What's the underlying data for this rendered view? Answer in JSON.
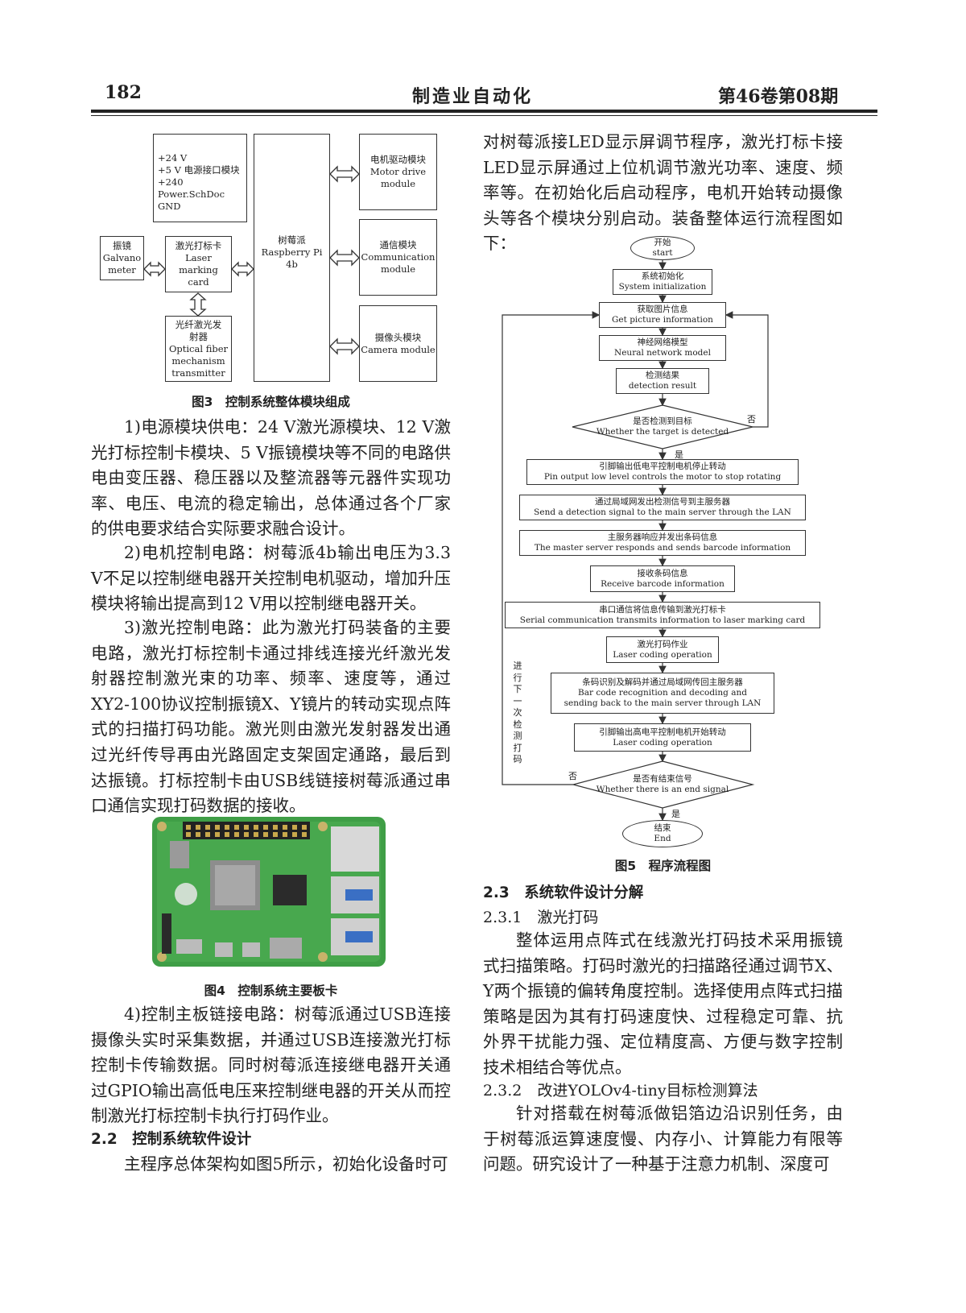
{
  "header": {
    "page_number": "182",
    "journal": "制造业自动化",
    "issue": "第46卷第08期"
  },
  "figure3": {
    "power_lines": [
      "+24 V",
      "+5 V 电源接口模块",
      "+240 Power.SchDoc",
      "GND"
    ],
    "galvano": [
      "振镜",
      "Galvano",
      "meter"
    ],
    "laser_card": [
      "激光打标卡",
      "Laser marking",
      "card"
    ],
    "raspberry": [
      "树莓派",
      "Raspberry Pi 4b"
    ],
    "motor": [
      "电机驱动模块",
      "Motor drive",
      "module"
    ],
    "comm": [
      "通信模块",
      "Communication",
      "module"
    ],
    "camera": [
      "摄像头模块",
      "Camera module"
    ],
    "fiber": [
      "光纤激光发",
      "射器",
      "Optical fiber",
      "mechanism",
      "transmitter"
    ],
    "caption": "图3　控制系统整体模块组成"
  },
  "left_column": {
    "p1": "1)电源模块供电：24 V激光源模块、12 V激光打标控制卡模块、5 V振镜模块等不同的电路供电由变压器、稳压器以及整流器等元器件实现功率、电压、电流的稳定输出，总体通过各个厂家的供电要求结合实际要求融合设计。",
    "p2": "2)电机控制电路：树莓派4b输出电压为3.3 V不足以控制继电器开关控制电机驱动，增加升压模块将输出提高到12 V用以控制继电器开关。",
    "p3": "3)激光控制电路：此为激光打码装备的主要电路，激光打标控制卡通过排线连接光纤激光发射器控制激光束的功率、频率、速度等，通过XY2-100协议控制振镜X、Y镜片的转动实现点阵式的扫描打码功能。激光则由激光发射器发出通过光纤传导再由光路固定支架固定通路，最后到达振镜。打标控制卡由USB线链接树莓派通过串口通信实现打码数据的接收。",
    "figure4_caption": "图4　控制系统主要板卡",
    "p4": "4)控制主板链接电路：树莓派通过USB连接摄像头实时采集数据，并通过USB连接激光打标控制卡传输数据。同时树莓派连接继电器开关通过GPIO输出高低电压来控制继电器的开关从而控制激光打标控制卡执行打码作业。",
    "sec_2_2": "2.2　控制系统软件设计",
    "p5": "主程序总体架构如图5所示，初始化设备时可"
  },
  "right_column": {
    "p_top": "对树莓派接LED显示屏调节程序，激光打标卡接LED显示屏通过上位机调节激光功率、速度、频率等。在初始化后启动程序，电机开始转动摄像头等各个模块分别启动。装备整体运行流程图如下：",
    "figure5_caption": "图5　程序流程图",
    "sec_2_3": "2.3　系统软件设计分解",
    "sub_2_3_1": "2.3.1　激光打码",
    "p_2_3_1": "整体运用点阵式在线激光打码技术采用振镜式扫描策略。打码时激光的扫描路径通过调节X、Y两个振镜的偏转角度控制。选择使用点阵式扫描策略是因为其有打码速度快、过程稳定可靠、抗外界干扰能力强、定位精度高、方便与数字控制技术相结合等优点。",
    "sub_2_3_2": "2.3.2　改进YOLOv4-tiny目标检测算法",
    "p_2_3_2": "针对搭载在树莓派做铝箔边沿识别任务，由于树莓派运算速度慢、内存小、计算能力有限等问题。研究设计了一种基于注意力机制、深度可"
  },
  "flowchart": {
    "start": [
      "开始",
      "start"
    ],
    "init": [
      "系统初始化",
      "System initialization"
    ],
    "get_pic": [
      "获取图片信息",
      "Get picture information"
    ],
    "nn": [
      "神经网络模型",
      "Neural network model"
    ],
    "detect": [
      "检测结果",
      "detection result"
    ],
    "decision1": [
      "是否检测到目标",
      "Whether the target is detected"
    ],
    "yes1": "是",
    "no1": "否",
    "pin_low": [
      "引脚输出低电平控制电机停止转动",
      "Pin output low level controls the motor to stop rotating"
    ],
    "send_lan": [
      "通过局域网发出检测信号到主服务器",
      "Send a detection signal to the main server through the LAN"
    ],
    "master": [
      "主服务器响应并发出条码信息",
      "The master server responds and sends barcode information"
    ],
    "receive": [
      "接收条码信息",
      "Receive barcode information"
    ],
    "serial": [
      "串口通信将信息传输到激光打标卡",
      "Serial communication transmits information to laser marking card"
    ],
    "coding": [
      "激光打码作业",
      "Laser coding operation"
    ],
    "barcode": [
      "条码识别及解码并通过局域网传回主服务器",
      "Bar code recognition and decoding and",
      "sending back to the main server through LAN"
    ],
    "pin_high": [
      "引脚输出高电平控制电机开始转动",
      "Laser coding operation"
    ],
    "decision2": [
      "是否有结束信号",
      "Whether there is an end signal"
    ],
    "yes2": "是",
    "no2": "否",
    "loop_label": [
      "进",
      "行",
      "下",
      "一",
      "次",
      "检",
      "测",
      "打",
      "码"
    ],
    "end": [
      "结束",
      "End"
    ]
  }
}
